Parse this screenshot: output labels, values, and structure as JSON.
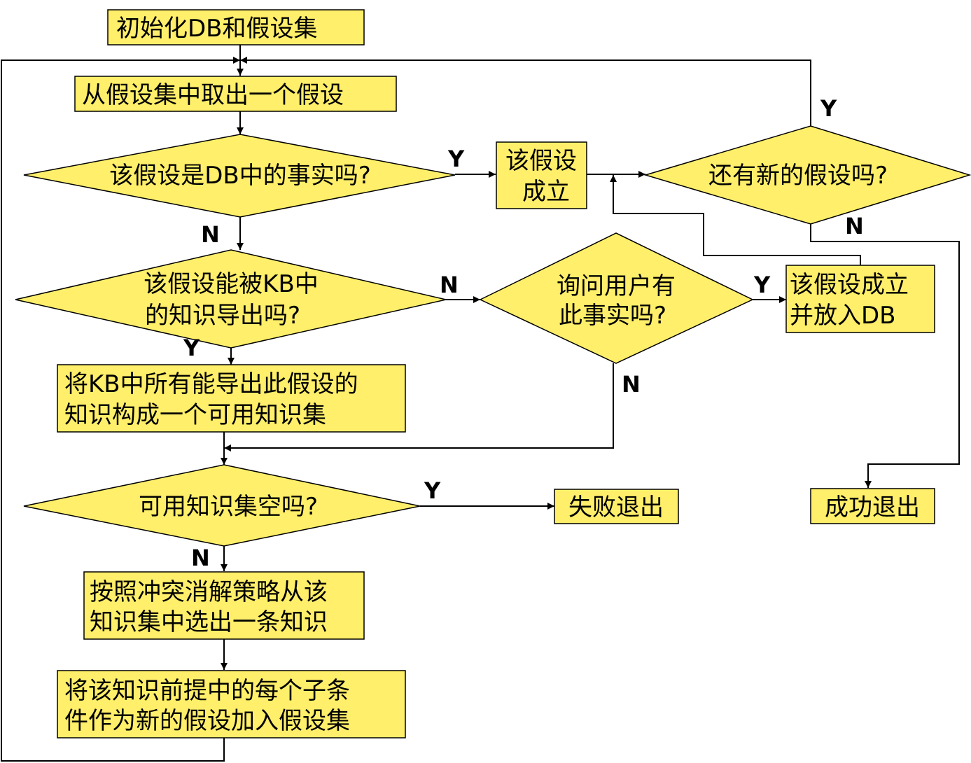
{
  "colors": {
    "node_fill": "#FFEF6A",
    "stroke": "#000000",
    "background": "#ffffff"
  },
  "nodes": {
    "init": {
      "lines": [
        "初始化DB和假设集"
      ]
    },
    "take": {
      "lines": [
        "从假设集中取出一个假设"
      ]
    },
    "is_fact": {
      "lines": [
        "该假设是DB中的事实吗?"
      ]
    },
    "holds": {
      "lines": [
        "该假设",
        "成立"
      ]
    },
    "more": {
      "lines": [
        "还有新的假设吗?"
      ]
    },
    "derivable": {
      "lines": [
        "该假设能被KB中",
        "的知识导出吗?"
      ]
    },
    "ask_user": {
      "lines": [
        "询问用户有",
        "此事实吗?"
      ]
    },
    "holds_add": {
      "lines": [
        "该假设成立",
        "并放入DB"
      ]
    },
    "collect": {
      "lines": [
        "将KB中所有能导出此假设的",
        "知识构成一个可用知识集"
      ]
    },
    "empty": {
      "lines": [
        "可用知识集空吗?"
      ]
    },
    "fail": {
      "lines": [
        "失败退出"
      ]
    },
    "success": {
      "lines": [
        "成功退出"
      ]
    },
    "select": {
      "lines": [
        "按照冲突消解策略从该",
        "知识集中选出一条知识"
      ]
    },
    "add_sub": {
      "lines": [
        "将该知识前提中的每个子条",
        "件作为新的假设加入假设集"
      ]
    }
  },
  "edge_labels": {
    "fact_yes": "Y",
    "fact_no": "N",
    "derive_no": "N",
    "derive_yes": "Y",
    "ask_yes": "Y",
    "ask_no": "N",
    "more_yes": "Y",
    "more_no": "N",
    "empty_yes": "Y",
    "empty_no": "N"
  }
}
